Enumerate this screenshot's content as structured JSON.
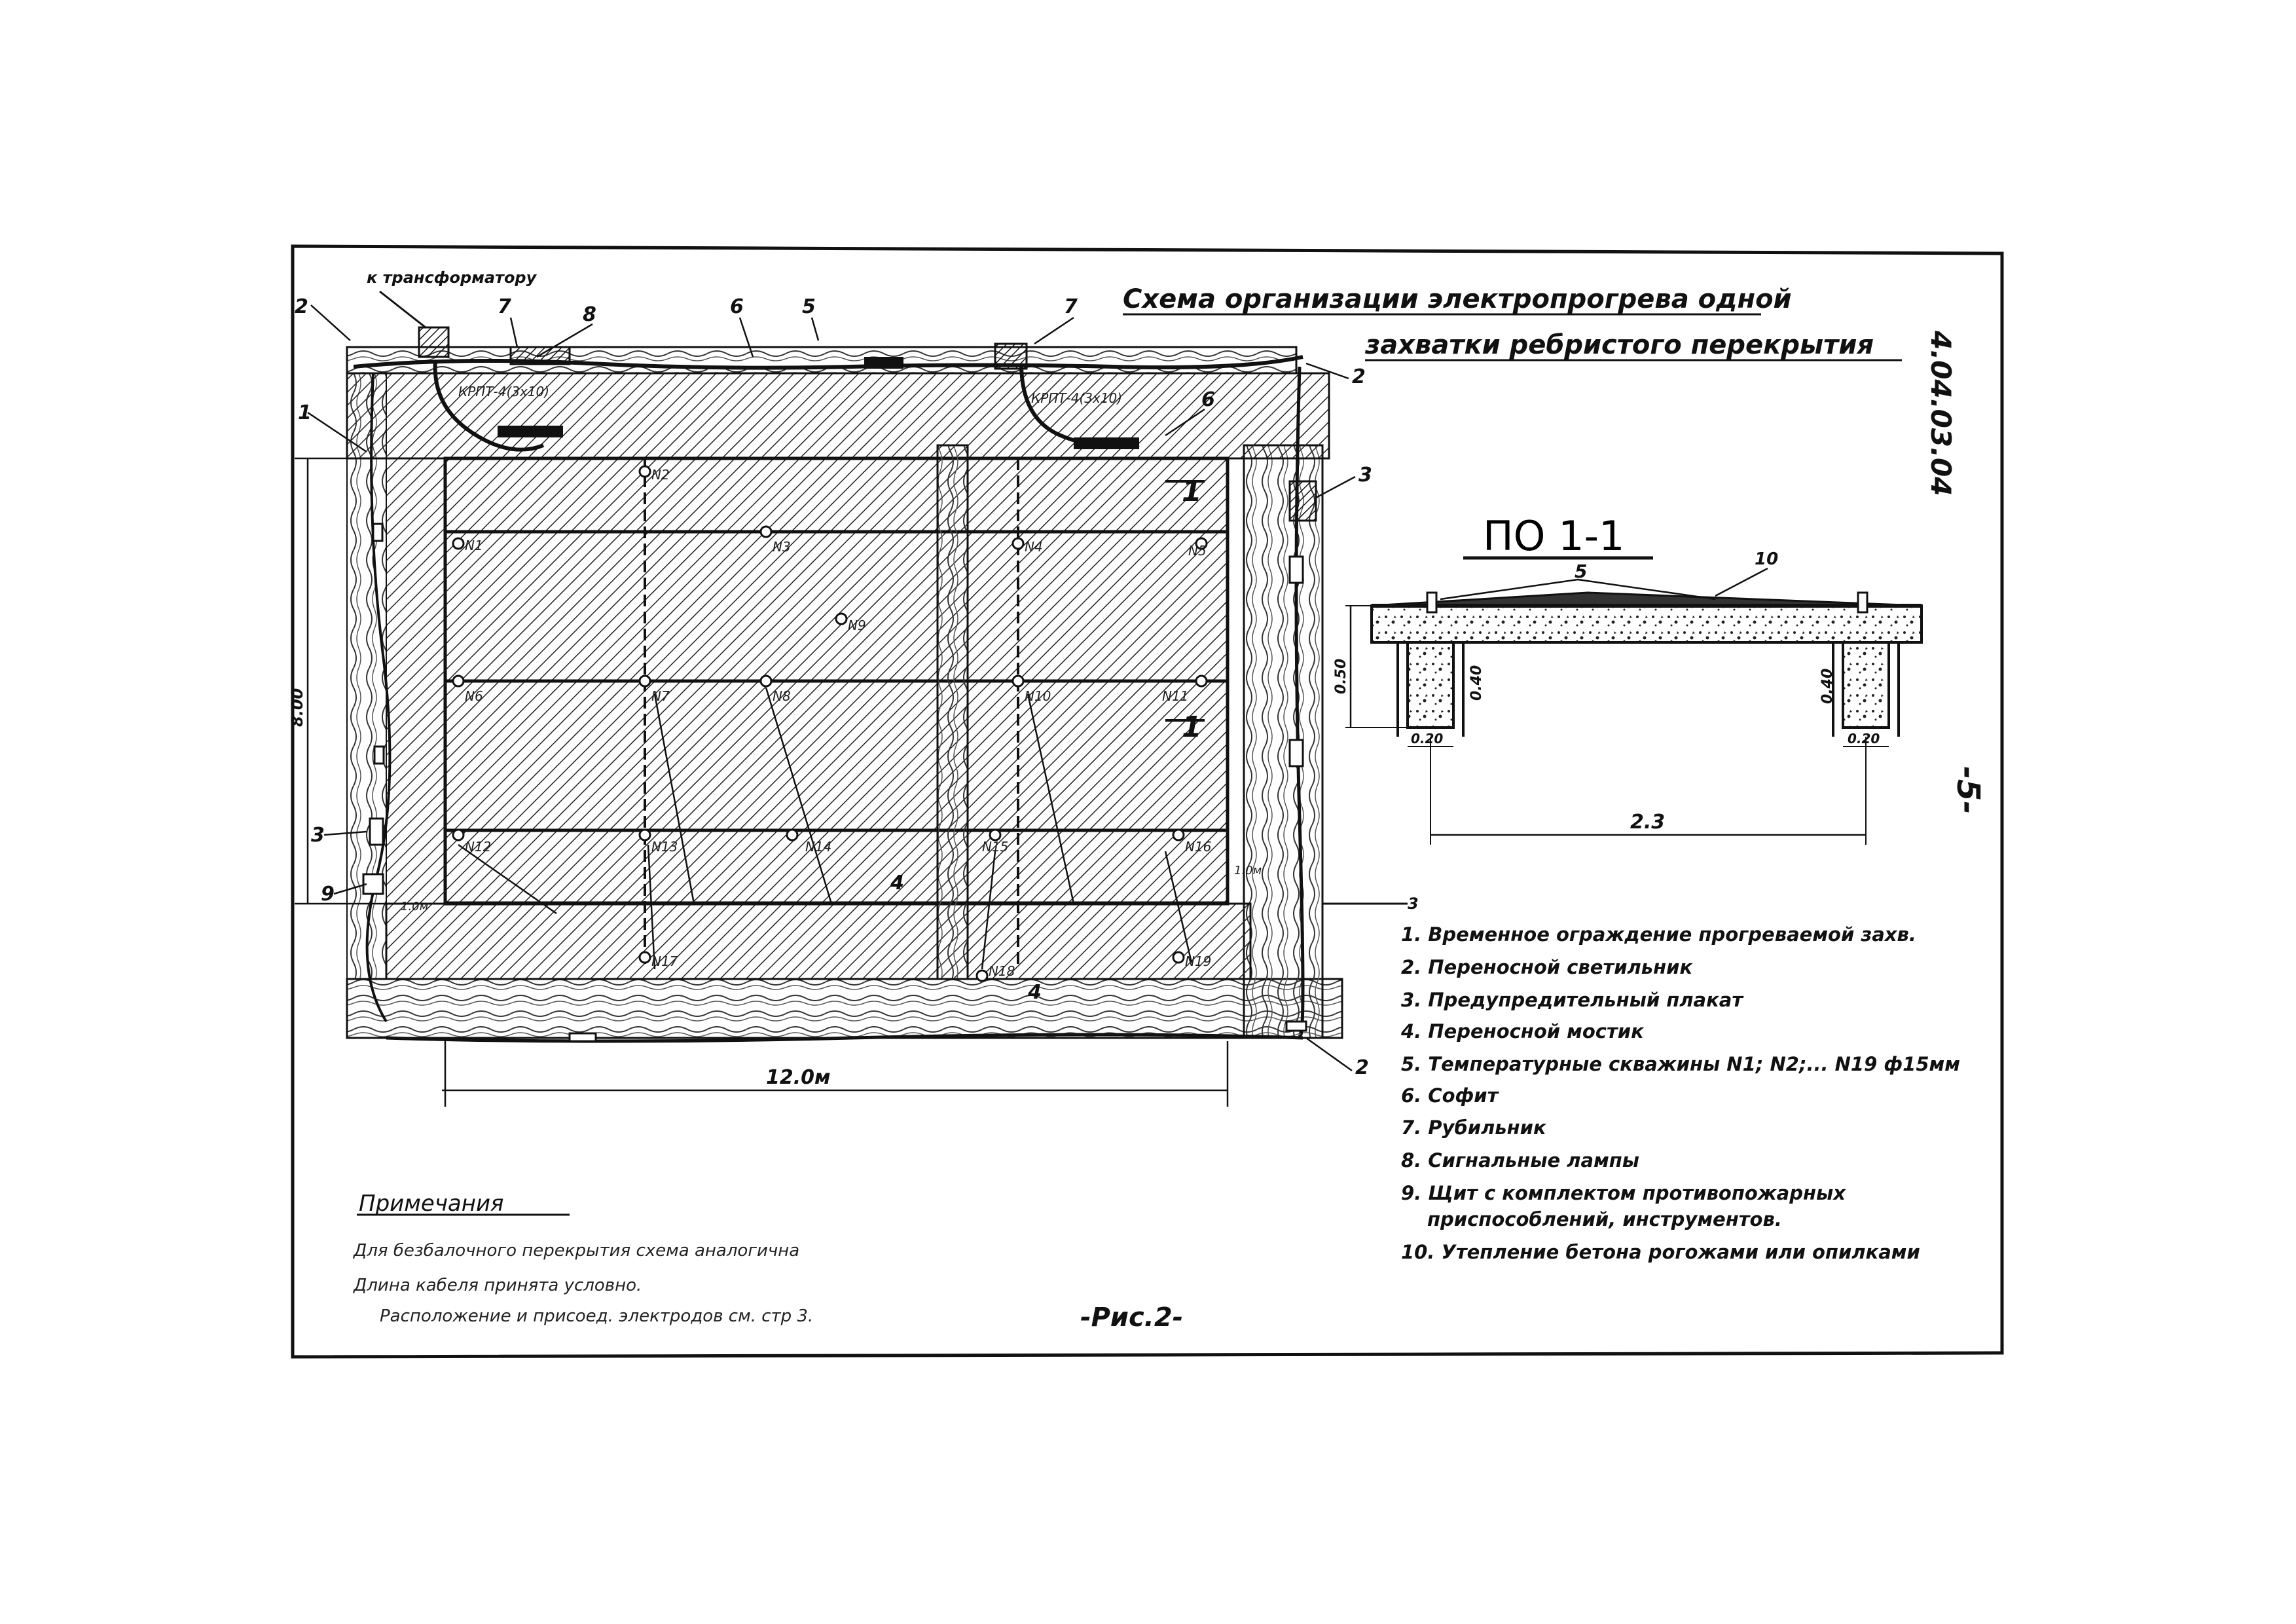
{
  "title": {
    "line1": "Схема организации электропрогрева одной",
    "line2": "захватки ребристого перекрытия"
  },
  "doc_number": "4.04.03.04",
  "page_number": "-5-",
  "figure_label": "-Рис.2-",
  "plan": {
    "top_label": "к трансформатору",
    "cable_label_1": "КРПТ-4(3x10)",
    "cable_label_2": "КРПТ-4(3x10)",
    "dim_width": "12.0м",
    "dim_height": "8.00",
    "dim_small_1": "1.0м",
    "dim_small_2": "1.0м",
    "section_mark_top": "1",
    "section_mark_bottom": "1",
    "wells": [
      "N1",
      "N2",
      "N3",
      "N4",
      "N5",
      "N6",
      "N7",
      "N8",
      "N9",
      "N10",
      "N11",
      "N12",
      "N13",
      "N14",
      "N15",
      "N16",
      "N17",
      "N18",
      "N19"
    ],
    "callouts": [
      "1",
      "2",
      "2",
      "2",
      "3",
      "3",
      "4",
      "4",
      "5",
      "6",
      "6",
      "7",
      "7",
      "8",
      "9"
    ]
  },
  "section": {
    "title": "ПО 1-1",
    "marker_5": "5",
    "marker_10": "10",
    "dim_rib_height_1": "0.40",
    "dim_rib_height_2": "0.40",
    "dim_rib_width_1": "0.20",
    "dim_rib_width_2": "0.20",
    "dim_slab": "0.50",
    "dim_span": "2.3"
  },
  "legend": [
    "1. Временное ограждение прогреваемой захв.",
    "2. Переносной светильник",
    "3. Предупредительный плакат",
    "4. Переносной мостик",
    "5. Температурные скважины N1; N2;... N19 ф15мм",
    "6. Софит",
    "7. Рубильник",
    "8. Сигнальные лампы",
    "9. Щит с комплектом противопожарных",
    "приспособлений, инструментов.",
    "10. Утепление бетона рогожами или опилками"
  ],
  "notes": {
    "heading": "Примечания",
    "line1": "Для безбалочного перекрытия схема аналогична",
    "line2": "Длина кабеля принята условно.",
    "line3": "Расположение и присоед. электродов см. стр 3."
  }
}
